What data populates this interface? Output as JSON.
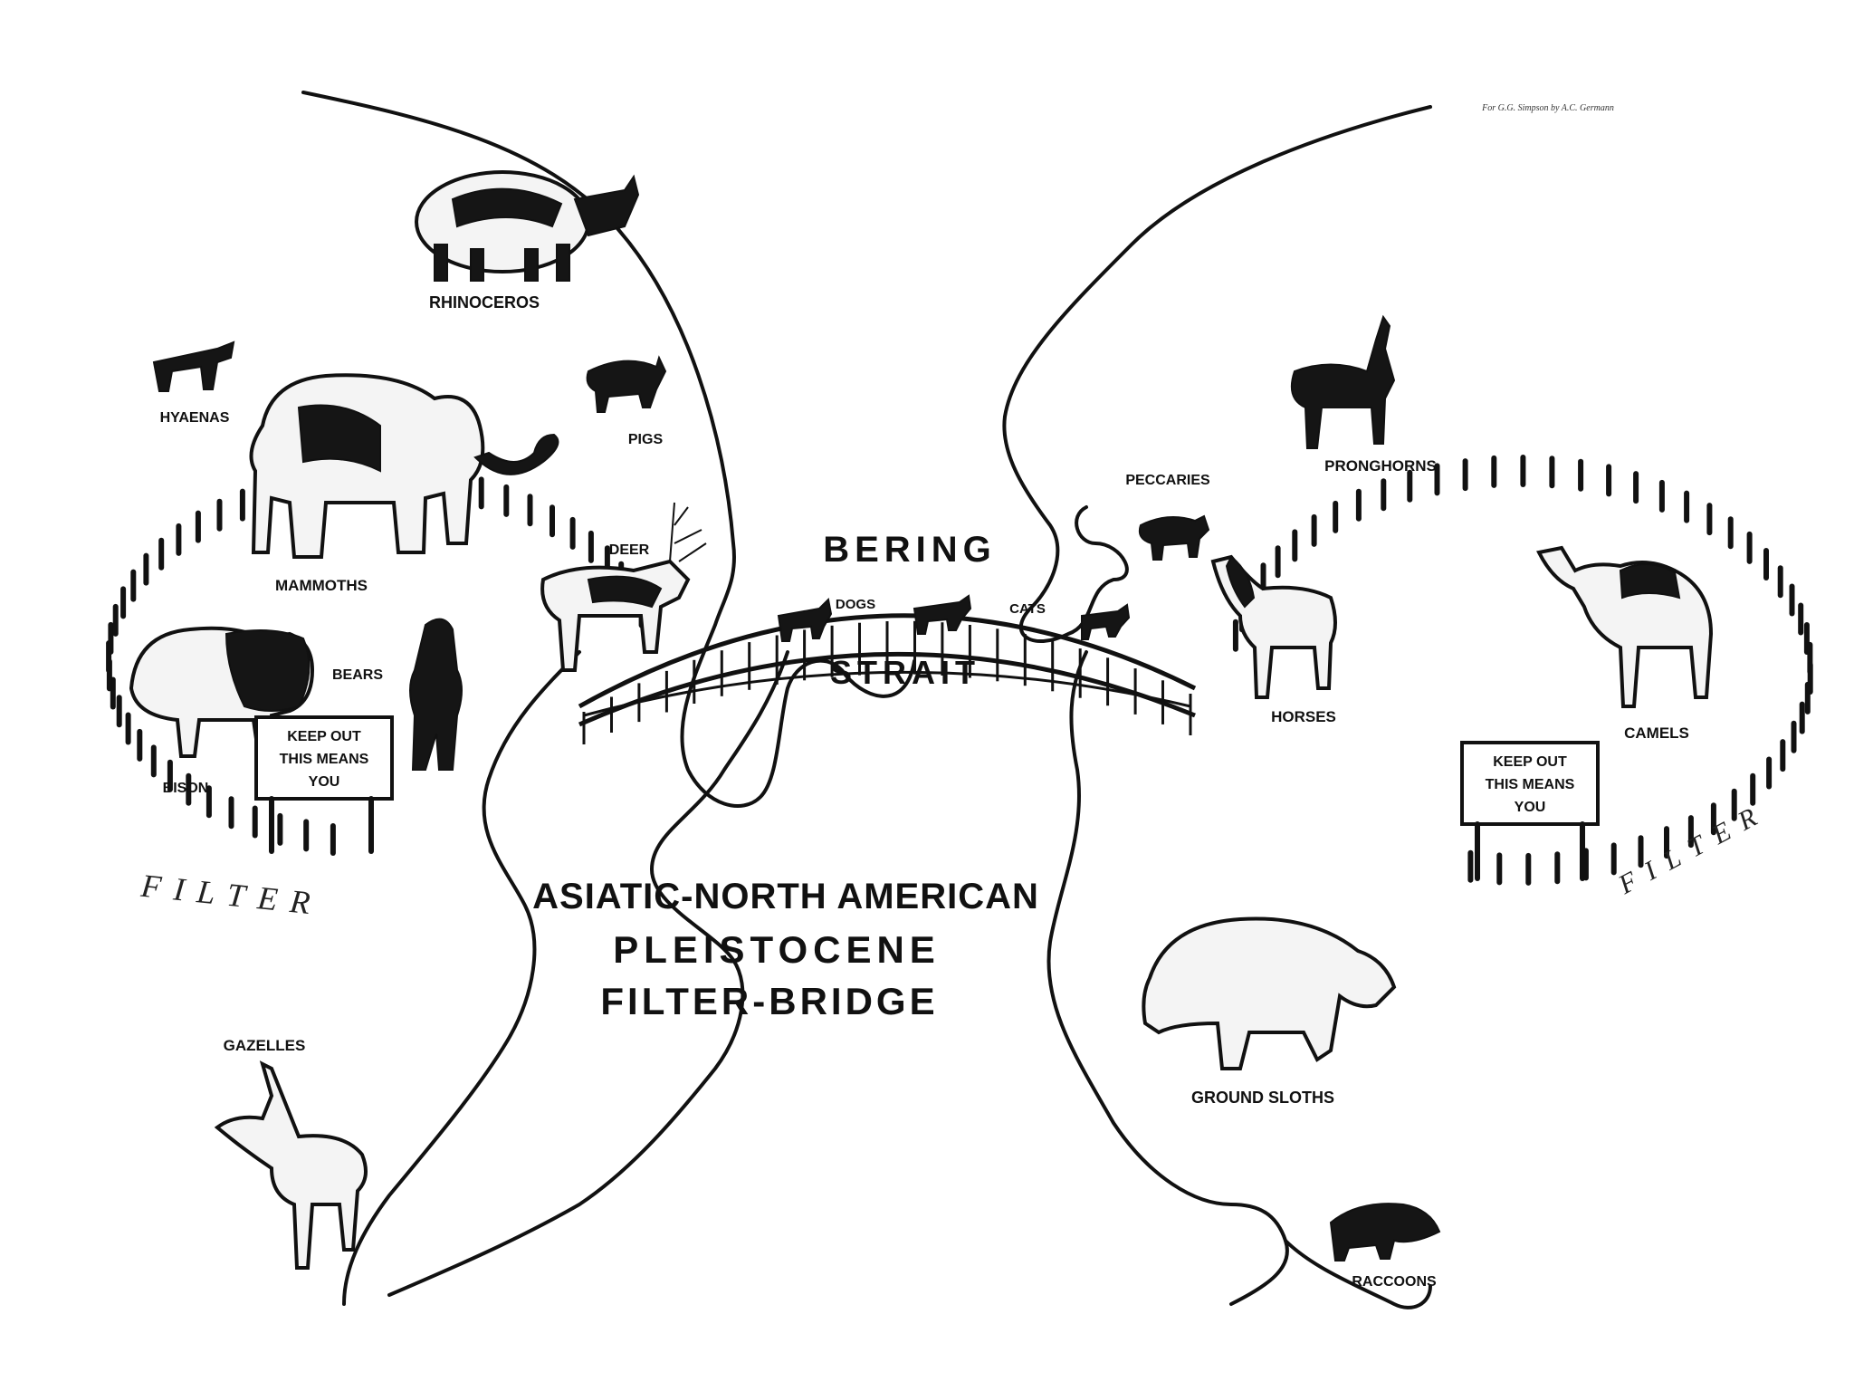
{
  "title": {
    "line1": "ASIATIC-NORTH AMERICAN",
    "line2": "PLEISTOCENE",
    "line3": "FILTER-BRIDGE"
  },
  "credit": "For G.G. Simpson  by A.C. Germann",
  "strait": {
    "top": "BERING",
    "bottom": "STRAIT"
  },
  "filter_left": "FILTER",
  "filter_right": "FILTER",
  "sign_left": [
    "KEEP OUT",
    "THIS MEANS",
    "YOU"
  ],
  "sign_right": [
    "KEEP OUT",
    "THIS MEANS",
    "YOU"
  ],
  "animals": {
    "rhinoceros": "RHINOCEROS",
    "hyaenas": "HYAENAS",
    "pigs": "PIGS",
    "mammoths": "MAMMOTHS",
    "deer": "DEER",
    "bears": "BEARS",
    "bison": "BISON",
    "gazelles": "GAZELLES",
    "dogs": "DOGS",
    "cats": "CATS",
    "peccaries": "PECCARIES",
    "pronghorns": "PRONGHORNS",
    "horses": "HORSES",
    "camels": "CAMELS",
    "ground_sloths": "GROUND SLOTHS",
    "raccoons": "RACCOONS"
  },
  "colors": {
    "ink": "#111111",
    "paper": "#ffffff"
  }
}
